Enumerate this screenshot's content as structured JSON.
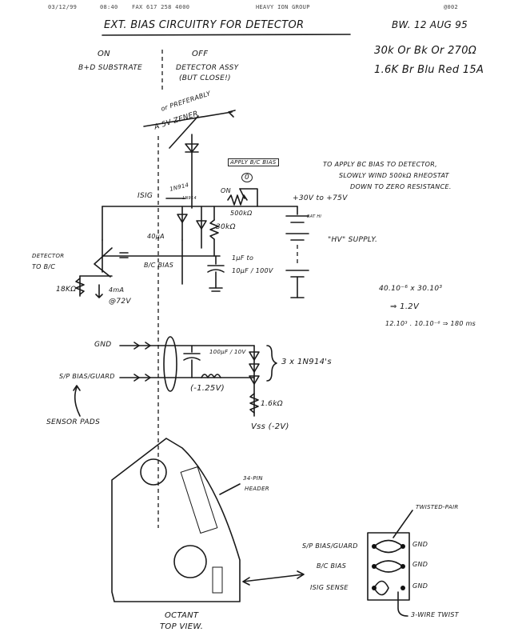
{
  "fax_header": {
    "date": "03/12/99",
    "time": "08:40",
    "fax_number": "FAX 617 258 4000",
    "sender": "HEAVY ION GROUP",
    "page": "@002"
  },
  "title": "EXT. BIAS CIRCUITRY FOR DETECTOR",
  "author_date": "BW. 12 AUG 95",
  "color_codes": [
    "30k Or Bk Or 270Ω",
    "1.6K Br Blu Red 15A"
  ],
  "switch_states": {
    "on": "ON",
    "on_desc": "B+D SUBSTRATE",
    "off": "OFF",
    "off_desc_1": "DETECTOR ASSY",
    "off_desc_2": "(BUT CLOSE!)"
  },
  "notes": {
    "preferably_1": "or PREFERABLY",
    "preferably_2": "A 5V ZENER",
    "apply_bc_bias": "APPLY B/C BIAS",
    "apply_marker": "0",
    "instructions_1": "TO APPLY BC BIAS TO DETECTOR,",
    "instructions_2": "SLOWLY WIND 500kΩ RHEOSTAT",
    "instructions_3": "DOWN TO ZERO RESISTANCE.",
    "hv_supply": "\"HV\" SUPPLY."
  },
  "calculations": {
    "line1": "40.10⁻⁶ x 30.10³",
    "line2": "⇒ 1.2V",
    "line3": "12.10³ . 10.10⁻⁶ ⇒ 180 ms"
  },
  "circuit_labels": {
    "isig": "ISIG",
    "diode_1": "1N914",
    "diode_2": "1N914",
    "on_switch": "ON",
    "rheostat": "500kΩ",
    "supply_range": "+30V to +75V",
    "battery": "BAT HI",
    "r30k": "30kΩ",
    "current_40": "40μA",
    "bc_bias": "B/C BIAS",
    "detector": "DETECTOR",
    "to_bc": "TO B/C",
    "cap_1": "1μF to",
    "cap_2": "10μF / 100V",
    "r18k": "18KΩ",
    "current_4": "4mA",
    "volt_72": "@72V",
    "gnd_lbl": "GND",
    "sp_bias": "S/P BIAS/GUARD",
    "cap_100": "100μF / 10V",
    "diodes_3x": "3 x 1N914's",
    "minus_125": "(-1.25V)",
    "r16k": "1.6kΩ",
    "vss": "Vss (-2V)",
    "sensor_pads": "SENSOR PADS",
    "header_1": "34-PIN",
    "header_2": "HEADER"
  },
  "octant": {
    "label_1": "OCTANT",
    "label_2": "TOP VIEW."
  },
  "twist_box": {
    "twisted_pair": "TWISTED-PAIR",
    "row1": "S/P BIAS/GUARD",
    "row2": "B/C BIAS",
    "row3": "ISIG SENSE",
    "gnd1": "GND",
    "gnd2": "GND",
    "gnd3": "GND",
    "three_wire": "3-WIRE TWIST"
  }
}
